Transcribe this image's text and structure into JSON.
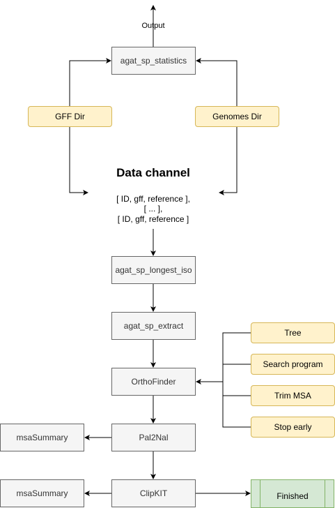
{
  "output_label": "Output",
  "nodes": {
    "statistics": "agat_sp_statistics",
    "gff_dir": "GFF Dir",
    "genomes_dir": "Genomes Dir",
    "longest_iso": "agat_sp_longest_iso",
    "extract": "agat_sp_extract",
    "orthofinder": "OrthoFinder",
    "pal2nal": "Pal2Nal",
    "clipkit": "ClipKIT",
    "msasummary_1": "msaSummary",
    "msasummary_2": "msaSummary",
    "finished": "Finished"
  },
  "options": [
    "Tree",
    "Search program",
    "Trim MSA",
    "Stop early"
  ],
  "data_channel": {
    "title": "Data channel",
    "lines": [
      "[ ID, gff, reference ],",
      "[ ... ],",
      "[ ID, gff, reference ]"
    ]
  },
  "colors": {
    "process_fill": "#f5f5f5",
    "process_stroke": "#666666",
    "param_fill": "#fff2cc",
    "param_stroke": "#d6b656",
    "finished_fill": "#d5e8d4",
    "finished_stroke": "#82b366"
  }
}
